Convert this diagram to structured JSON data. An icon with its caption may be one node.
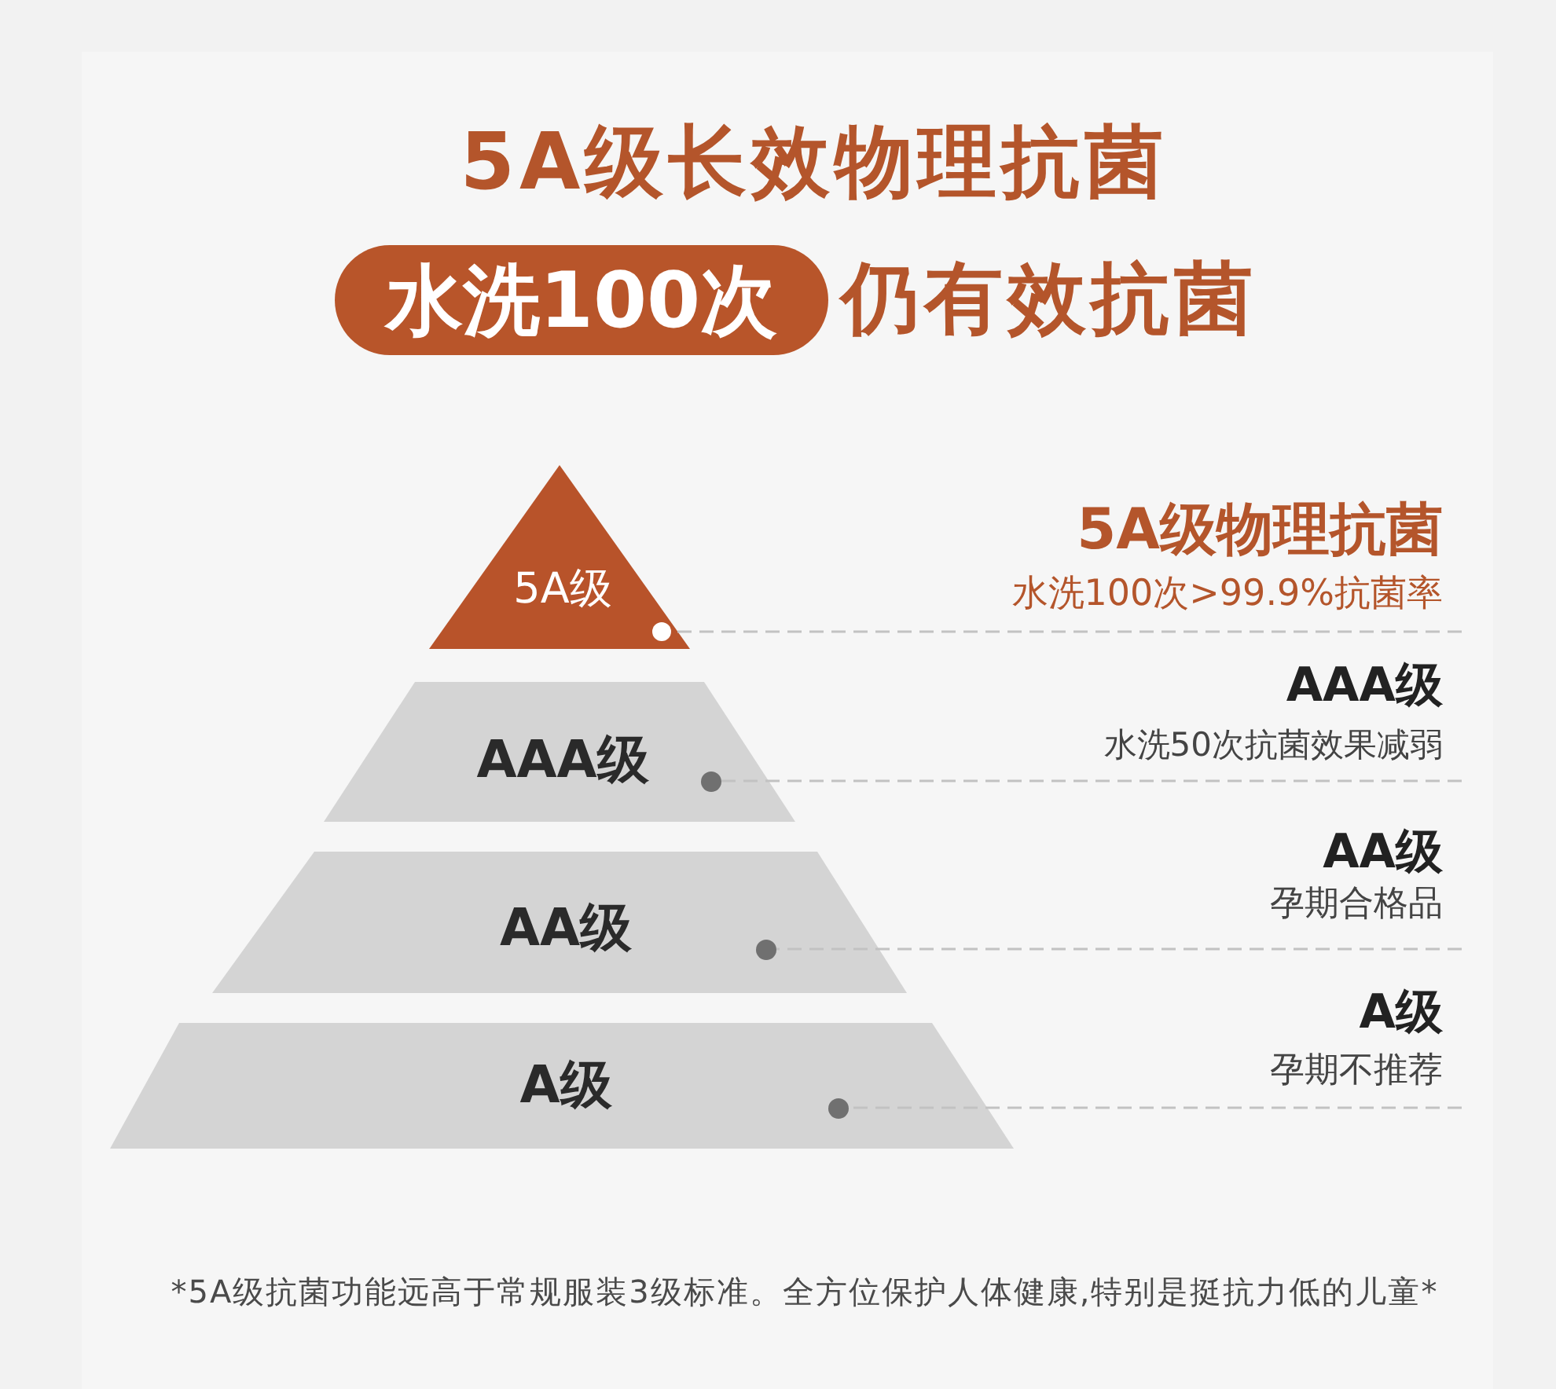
{
  "diagram": {
    "title": "5A级长效物理抗菌",
    "caption": "*5A级抗菌功能远高于常规服装3级标准。全方位保护人体健康,特别是挺抗力低的儿童*",
    "nodes": [
      {
        "text": [
          "水洗100次"
        ],
        "beside": [
          "仍有效抗菌"
        ]
      },
      {
        "text": [
          "5A级"
        ]
      },
      {
        "text": [],
        "shape": "circle",
        "in": 1
      },
      {
        "text": [
          "AAA级"
        ]
      },
      {
        "text": [],
        "shape": "circle",
        "in": 3
      },
      {
        "text": [
          "AA级"
        ]
      },
      {
        "text": [],
        "shape": "circle",
        "in": 5
      },
      {
        "text": [
          "A级"
        ]
      },
      {
        "text": [],
        "shape": "circle",
        "in": 7
      },
      {
        "text": [
          "5A级物理抗菌",
          "水洗100次>99.9%抗菌率"
        ]
      },
      {
        "text": [
          "AAA级",
          "水洗50次抗菌效果减弱"
        ]
      },
      {
        "text": [
          "AA级",
          "孕期合格品"
        ]
      },
      {
        "text": [
          "A级",
          "孕期不推荐"
        ]
      }
    ],
    "edges": [
      {
        "from": 9,
        "to": 2,
        "arrow": "none",
        "style": "dashed"
      },
      {
        "from": 10,
        "to": 4,
        "arrow": "none",
        "style": "dashed"
      },
      {
        "from": 11,
        "to": 6,
        "arrow": "none",
        "style": "dashed"
      },
      {
        "from": 12,
        "to": 8,
        "arrow": "none",
        "style": "dashed"
      }
    ]
  }
}
